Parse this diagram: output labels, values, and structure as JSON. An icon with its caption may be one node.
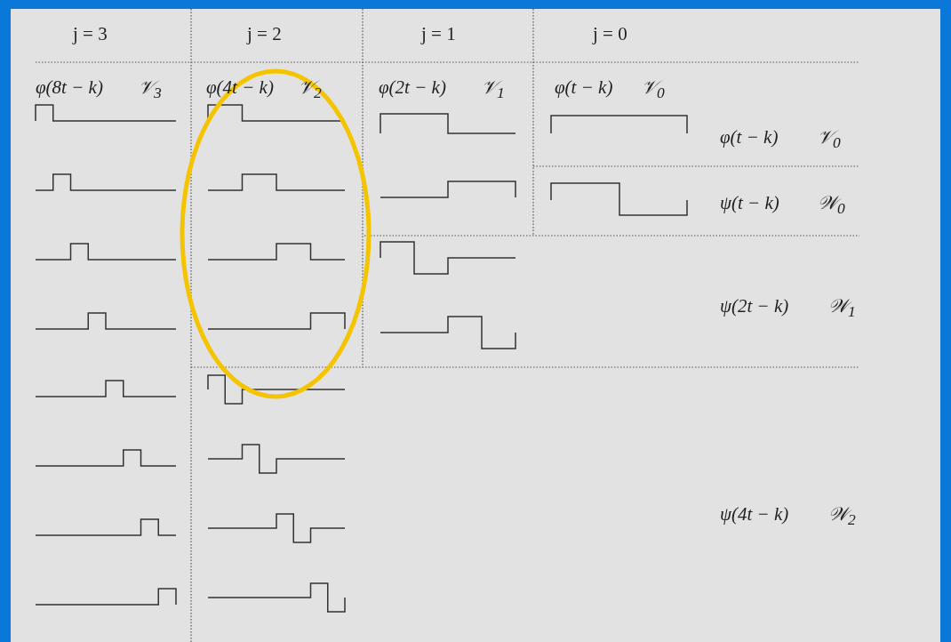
{
  "diagram": {
    "labels": [
      "j = 3",
      "j = 2",
      "j = 1",
      "j = 0",
      "φ(8t − k)",
      "𝒱$_{3}$",
      "φ(4t − k)",
      "𝒱$_{2}$",
      "φ(2t − k)",
      "𝒱$_{1}$",
      "φ(t − k)",
      "𝒱$_{0}$",
      "φ(t − k)",
      "𝒱$_{0}$",
      "ψ(t − k)",
      "𝒲$_{0}$",
      "ψ(2t − k)",
      "𝒲$_{1}$",
      "ψ(4t − k)",
      "𝒲$_{2}$"
    ]
  }
}
